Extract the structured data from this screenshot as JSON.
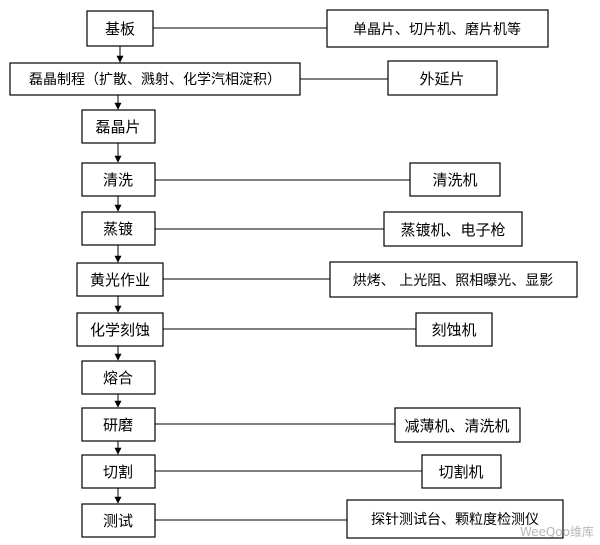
{
  "steps": [
    {
      "label": "基板",
      "equipment": "单晶片、切片机、磨片机等"
    },
    {
      "label": "磊晶制程（扩散、溅射、化学汽相淀积）",
      "equipment": "外延片"
    },
    {
      "label": "磊晶片",
      "equipment": ""
    },
    {
      "label": "清洗",
      "equipment": "清洗机"
    },
    {
      "label": "蒸镀",
      "equipment": "蒸镀机、电子枪"
    },
    {
      "label": "黄光作业",
      "equipment": "烘烤、 上光阻、照相曝光、显影"
    },
    {
      "label": "化学刻蚀",
      "equipment": "刻蚀机"
    },
    {
      "label": "熔合",
      "equipment": ""
    },
    {
      "label": "研磨",
      "equipment": "减薄机、清洗机"
    },
    {
      "label": "切割",
      "equipment": "切割机"
    },
    {
      "label": "测试",
      "equipment": "探针测试台、颗粒度检测仪"
    }
  ],
  "watermark": "WeeQoo维库"
}
